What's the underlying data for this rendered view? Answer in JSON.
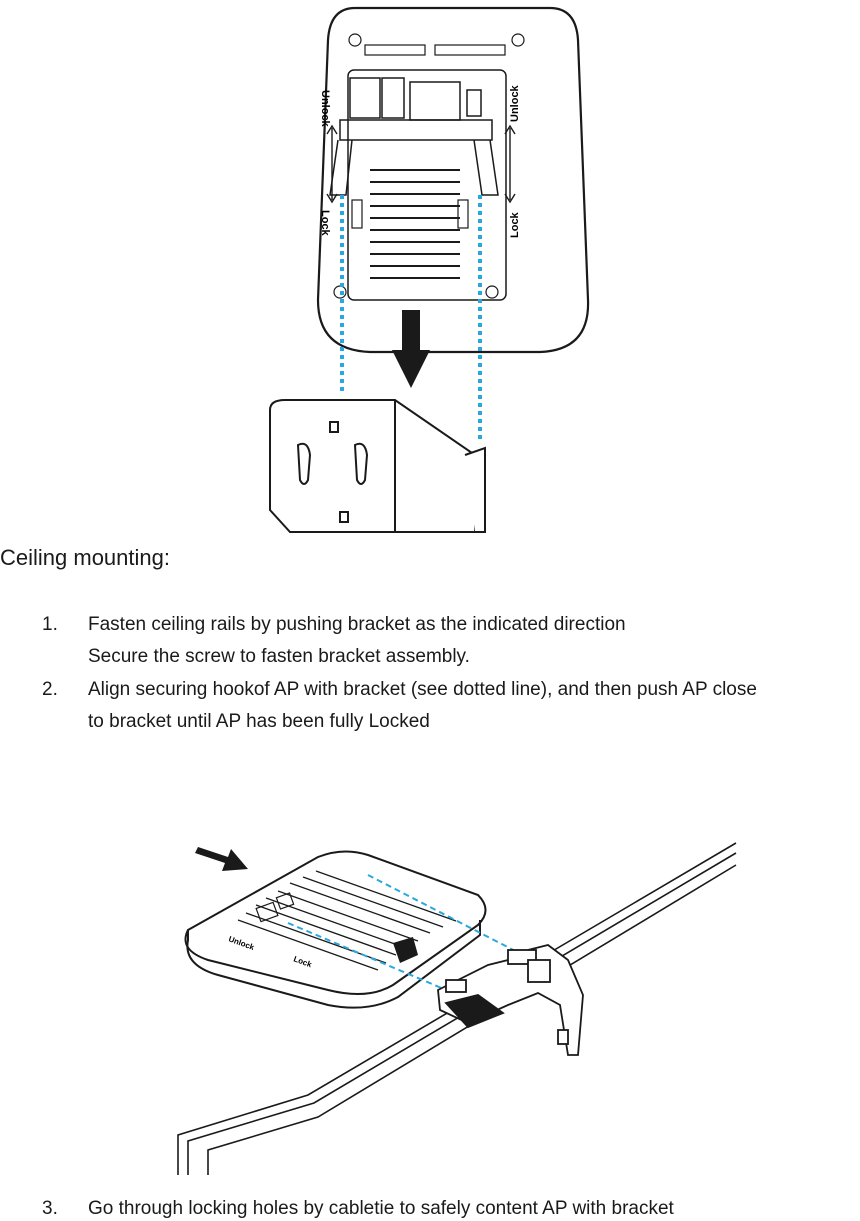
{
  "figure1": {
    "labels": {
      "unlock": "Unlock",
      "lock": "Lock",
      "unlock_right": "Unlock",
      "lock_right": "Lock"
    }
  },
  "heading": "Ceiling mounting:",
  "steps": [
    {
      "number": "1.",
      "lines": [
        "Fasten ceiling rails by pushing bracket as the indicated direction",
        "Secure the screw to fasten bracket assembly."
      ]
    },
    {
      "number": "2.",
      "lines": [
        "Align securing hookof AP with bracket (see dotted line), and then push AP close",
        "to bracket until AP has been fully Locked"
      ]
    },
    {
      "number": "3.",
      "lines": [
        "Go through locking holes by cabletie to safely content AP with bracket"
      ]
    }
  ],
  "figure2": {
    "labels": {
      "unlock": "Unlock",
      "lock": "Lock"
    }
  },
  "colors": {
    "dotted_guide": "#29a8e0",
    "ink": "#1a1a1a"
  }
}
